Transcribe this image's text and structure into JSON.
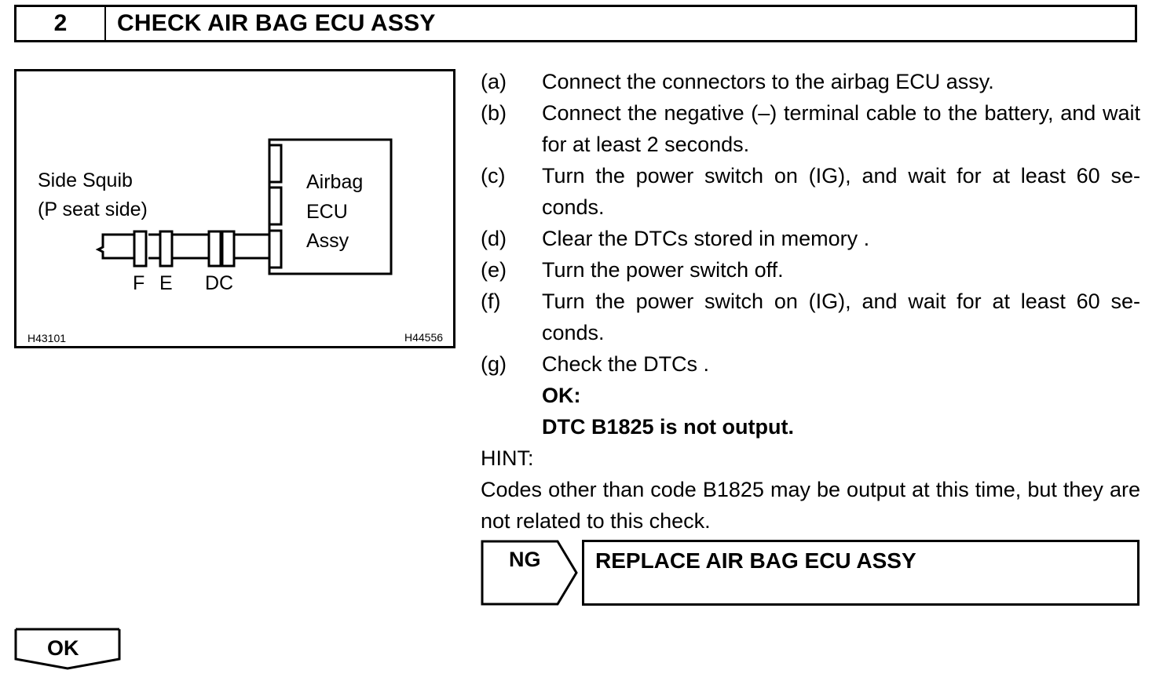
{
  "header": {
    "step_number": "2",
    "title": "CHECK AIR BAG ECU ASSY"
  },
  "figure": {
    "label_side_squib_line1": "Side Squib",
    "label_side_squib_line2": "(P seat side)",
    "label_ecu_line1": "Airbag",
    "label_ecu_line2": "ECU",
    "label_ecu_line3": "Assy",
    "connector_f": "F",
    "connector_e": "E",
    "connector_dc": "DC",
    "code_left": "H43101",
    "code_right": "H44556"
  },
  "steps": [
    {
      "letter": "(a)",
      "text": "Connect the connectors to the airbag ECU assy."
    },
    {
      "letter": "(b)",
      "text": "Connect the negative (–) terminal cable to the battery, and wait for at least 2 seconds."
    },
    {
      "letter": "(c)",
      "text": "Turn the power switch on (IG), and wait for at least 60 se-conds."
    },
    {
      "letter": "(d)",
      "text": "Clear the DTCs stored in memory ."
    },
    {
      "letter": "(e)",
      "text": "Turn the power switch off."
    },
    {
      "letter": "(f)",
      "text": "Turn the power switch on (IG), and wait for at least 60 se-conds."
    },
    {
      "letter": "(g)",
      "text": "Check the DTCs ."
    }
  ],
  "ok_condition": {
    "label": "OK:",
    "text": "DTC B1825 is not output."
  },
  "hint": {
    "label": "HINT:",
    "text": "Codes other than code B1825 may be output at this time, but they are not related to this check."
  },
  "ng_box": {
    "label": "NG",
    "action": "REPLACE AIR BAG ECU ASSY"
  },
  "ok_tab": {
    "label": "OK"
  }
}
